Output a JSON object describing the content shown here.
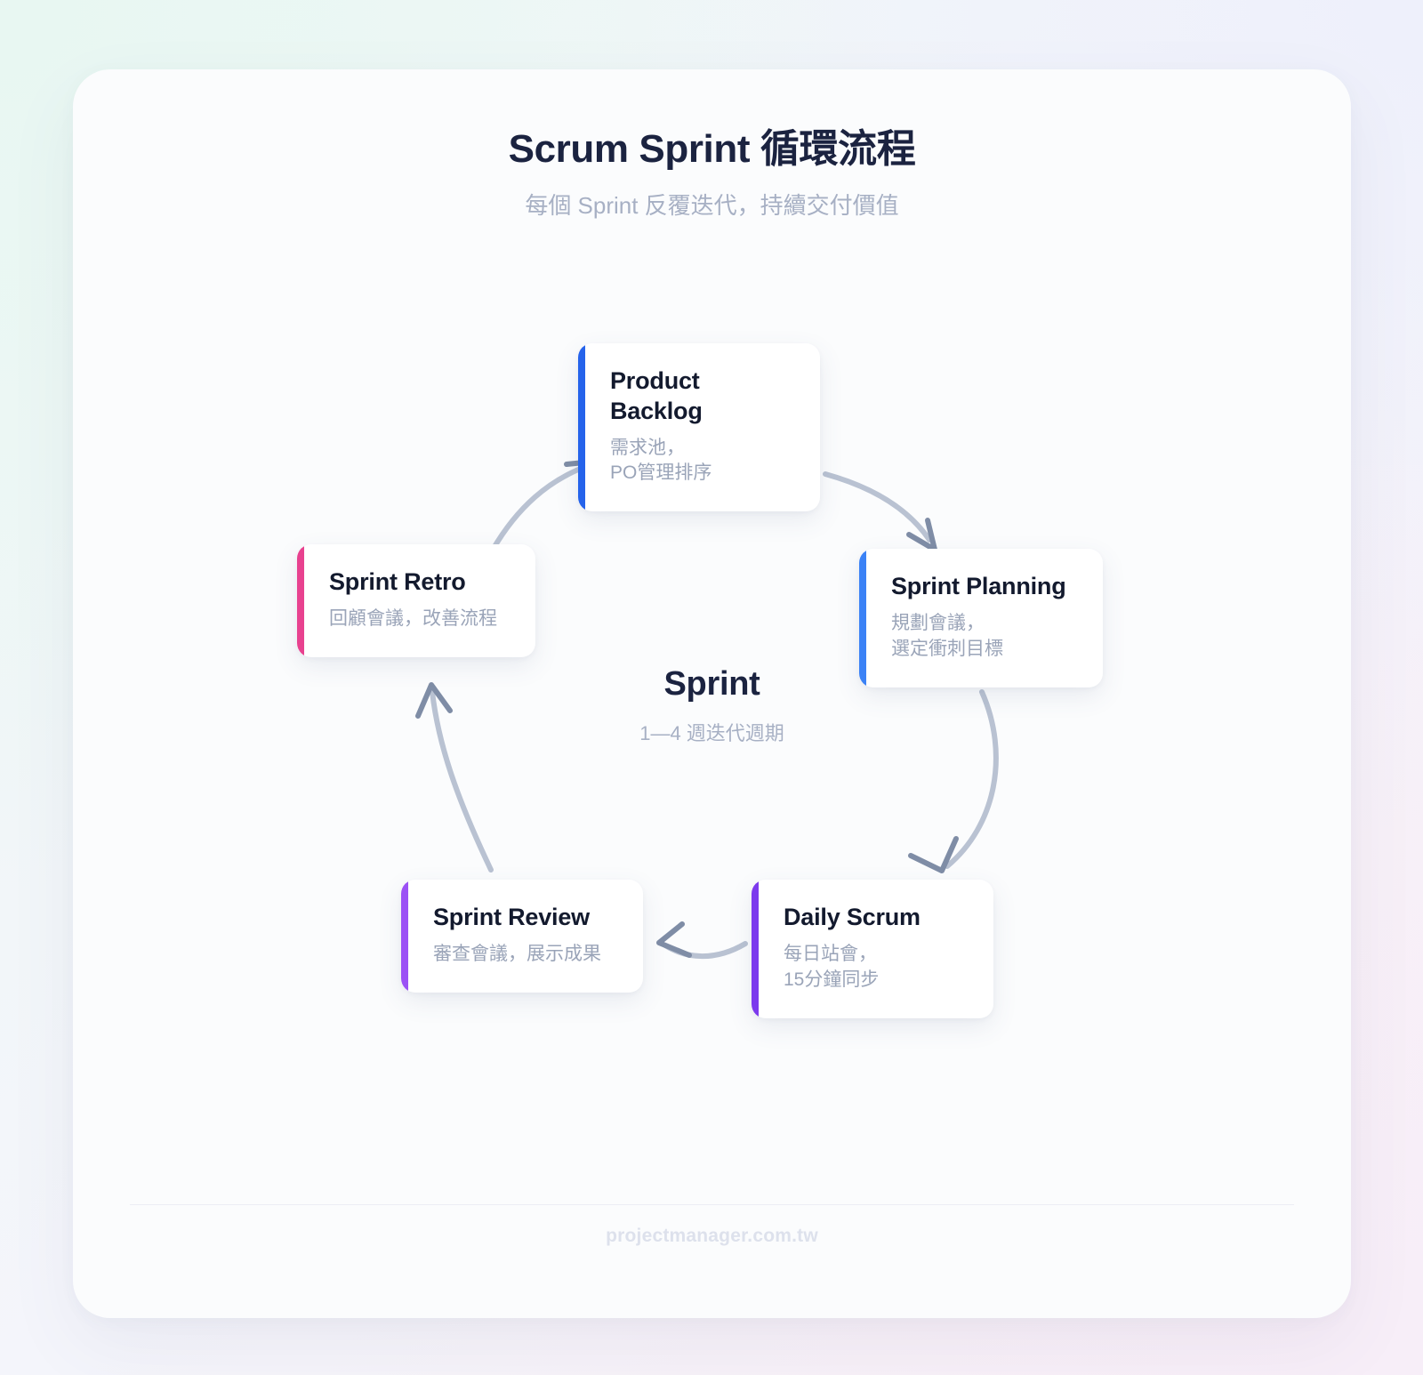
{
  "header": {
    "title": "Scrum Sprint 循環流程",
    "subtitle": "每個 Sprint 反覆迭代，持續交付價值"
  },
  "center": {
    "title": "Sprint",
    "subtitle": "1—4 週迭代週期"
  },
  "nodes": [
    {
      "id": "backlog",
      "title": "Product\nBacklog",
      "desc": "需求池，\nPO管理排序",
      "accent": "#2563eb"
    },
    {
      "id": "planning",
      "title": "Sprint Planning",
      "desc": "規劃會議，\n選定衝刺目標",
      "accent": "#3b82f6"
    },
    {
      "id": "daily",
      "title": "Daily Scrum",
      "desc": "每日站會，\n15分鐘同步",
      "accent": "#7c3aed"
    },
    {
      "id": "review",
      "title": "Sprint Review",
      "desc": "審查會議，展示成果",
      "accent": "#9b51f5"
    },
    {
      "id": "retro",
      "title": "Sprint Retro",
      "desc": "回顧會議，改善流程",
      "accent": "#e8418f"
    }
  ],
  "arrows": [
    {
      "id": "backlog-to-planning",
      "from": "backlog",
      "to": "planning"
    },
    {
      "id": "planning-to-daily",
      "from": "planning",
      "to": "daily"
    },
    {
      "id": "daily-to-review",
      "from": "daily",
      "to": "review"
    },
    {
      "id": "review-to-retro",
      "from": "review",
      "to": "retro"
    },
    {
      "id": "retro-to-backlog",
      "from": "retro",
      "to": "backlog"
    }
  ],
  "footer": {
    "text": "projectmanager.com.tw"
  },
  "colors": {
    "arrow": "#b9c2d2",
    "arrowhead": "#7f8da6",
    "title": "#1b2340",
    "muted": "#a7b0c4",
    "panel": "#fbfcfd"
  }
}
